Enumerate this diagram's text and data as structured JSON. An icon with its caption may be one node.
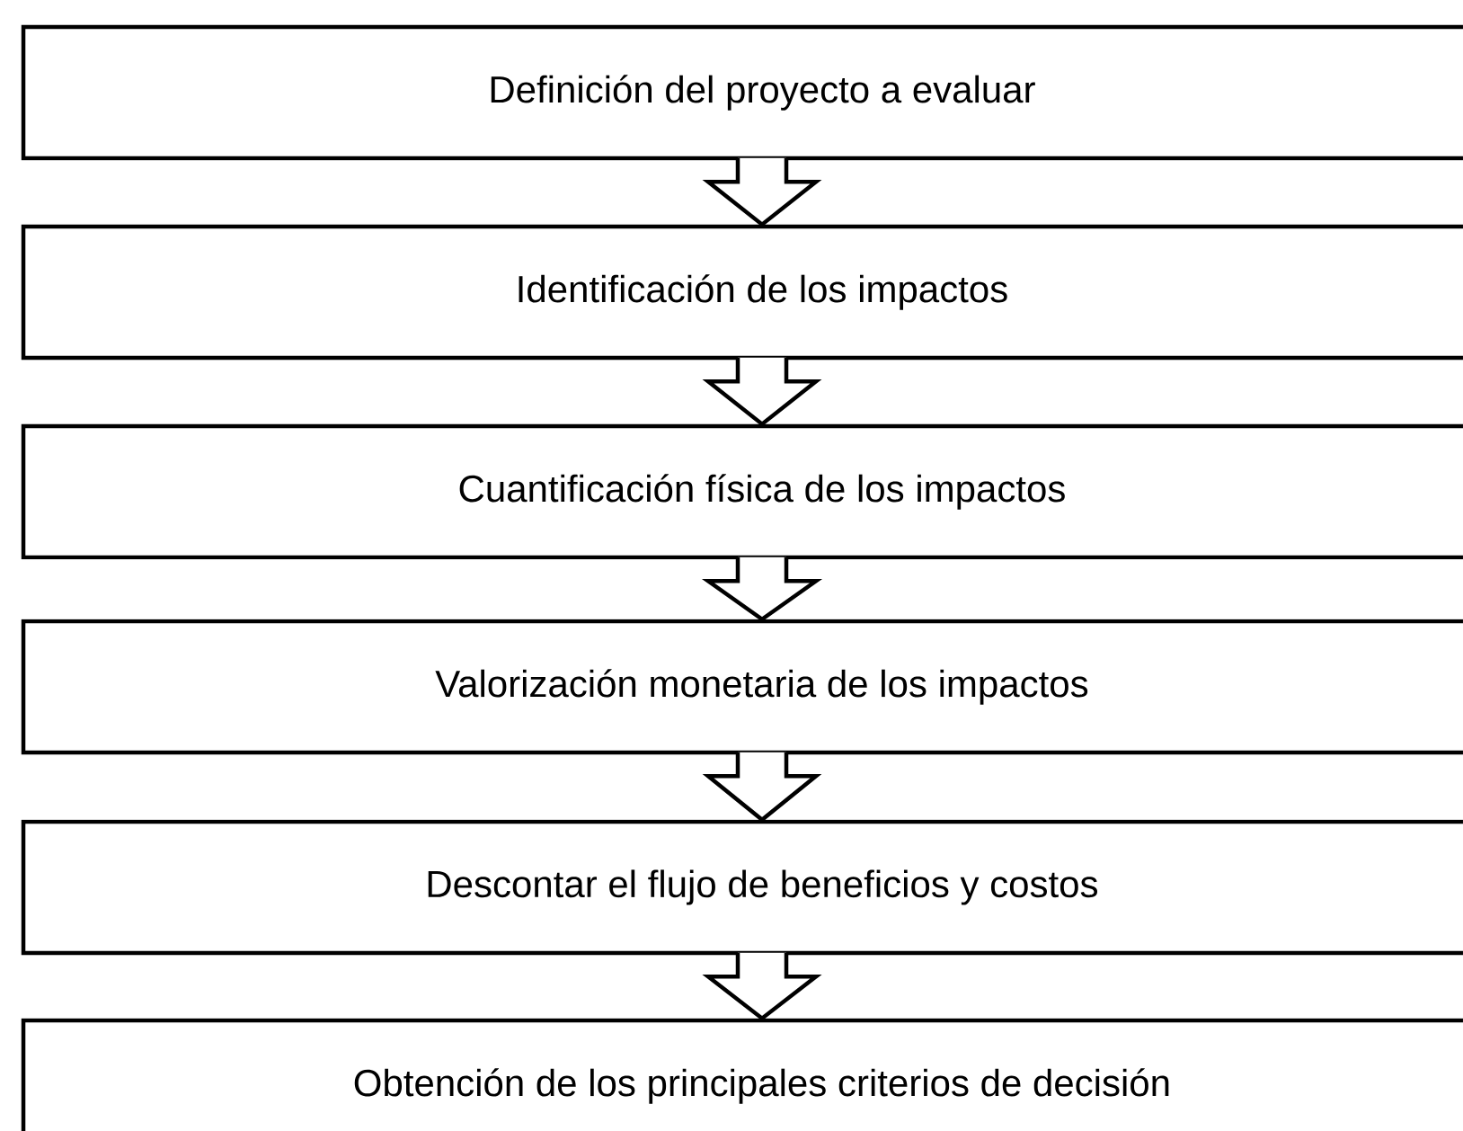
{
  "diagram": {
    "nodes": [
      {
        "text": [
          "Definición del proyecto a evaluar"
        ]
      },
      {
        "text": [
          "Identificación de los impactos"
        ]
      },
      {
        "text": [
          "Cuantificación física de los impactos"
        ]
      },
      {
        "text": [
          "Valorización monetaria de los impactos"
        ]
      },
      {
        "text": [
          "Descontar el flujo de beneficios y costos"
        ]
      },
      {
        "text": [
          "Obtención de los principales criterios de decisión"
        ]
      }
    ],
    "edges": [
      {
        "from": 0,
        "to": 1,
        "arrow": "to"
      },
      {
        "from": 1,
        "to": 2,
        "arrow": "to"
      },
      {
        "from": 2,
        "to": 3,
        "arrow": "to"
      },
      {
        "from": 3,
        "to": 4,
        "arrow": "to"
      },
      {
        "from": 4,
        "to": 5,
        "arrow": "to"
      }
    ]
  }
}
